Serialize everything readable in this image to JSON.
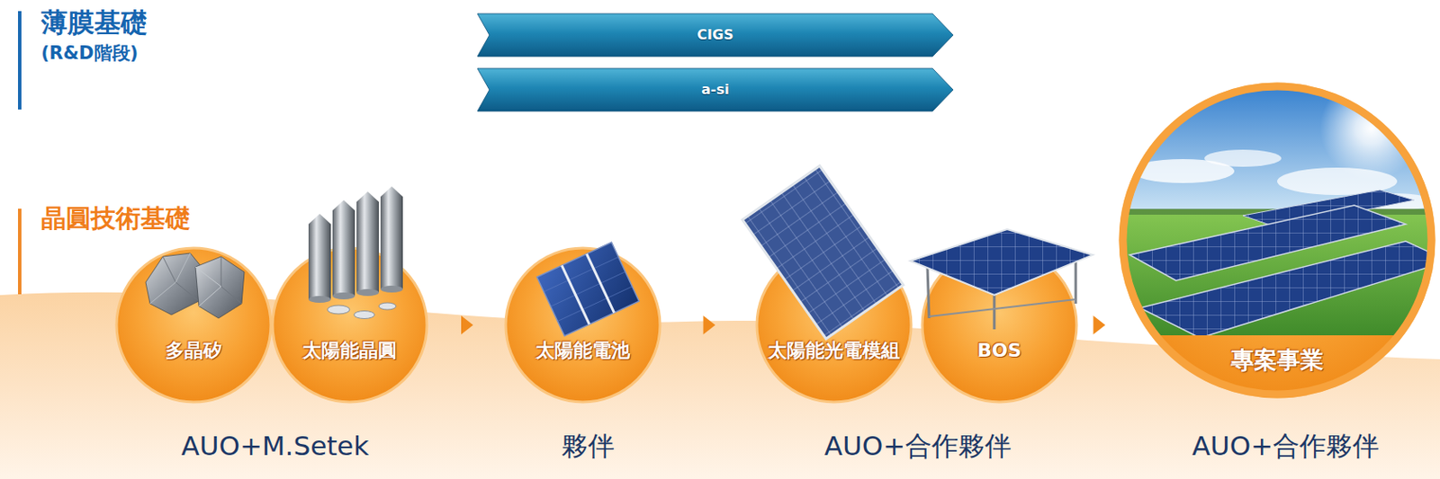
{
  "diagram": {
    "nodes": [
      {
        "text": [
          "CIGS"
        ]
      },
      {
        "text": [
          "a-si"
        ]
      },
      {
        "text": [
          "多晶矽"
        ]
      },
      {
        "text": [
          "太陽能晶圓"
        ]
      },
      {
        "text": [
          "太陽能電池"
        ]
      },
      {
        "text": [
          "太陽能光電模組"
        ]
      },
      {
        "text": [
          "BOS"
        ]
      },
      {
        "text": [
          "專案事業"
        ]
      }
    ],
    "edges": [
      {
        "from": 3,
        "to": 4,
        "arrow": "to"
      },
      {
        "from": 4,
        "to": 5,
        "arrow": "to"
      },
      {
        "from": 6,
        "to": 7,
        "arrow": "to"
      }
    ],
    "labels": [
      "薄膜基礎",
      "(R&D階段)",
      "晶圓技術基礎",
      "AUO+M.Setek",
      "夥伴",
      "AUO+合作夥伴",
      "AUO+合作夥伴"
    ]
  }
}
